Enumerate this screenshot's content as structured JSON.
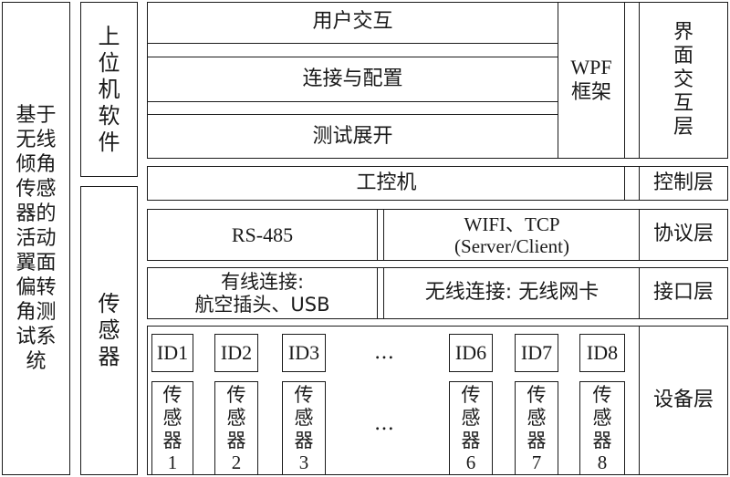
{
  "title_column": {
    "text": "基于无线倾角传感器的活动翼面偏转角测试系统"
  },
  "left_groups": {
    "software": "上位机软件",
    "sensor": "传感器"
  },
  "software_stack": {
    "rows": [
      "用户交互",
      "连接与配置",
      "测试展开"
    ],
    "framework": "WPF框架",
    "framework_line1": "WPF",
    "framework_line2": "框架"
  },
  "industrial_pc": "工控机",
  "protocol": {
    "rs485": "RS-485",
    "wifi_line1": "WIFI、TCP",
    "wifi_line2": "(Server/Client)"
  },
  "interface": {
    "wired_line1": "有线连接:",
    "wired_line2": "航空插头、USB",
    "wireless": "无线连接: 无线网卡"
  },
  "devices": {
    "ids": [
      "ID1",
      "ID2",
      "ID3",
      "ID6",
      "ID7",
      "ID8"
    ],
    "sensor_label": "传感器",
    "numbers": [
      "1",
      "2",
      "3",
      "6",
      "7",
      "8"
    ],
    "ellipsis": "…"
  },
  "layers": {
    "ui": "界面交互层",
    "control": "控制层",
    "protocol": "协议层",
    "interface": "接口层",
    "device": "设备层"
  }
}
